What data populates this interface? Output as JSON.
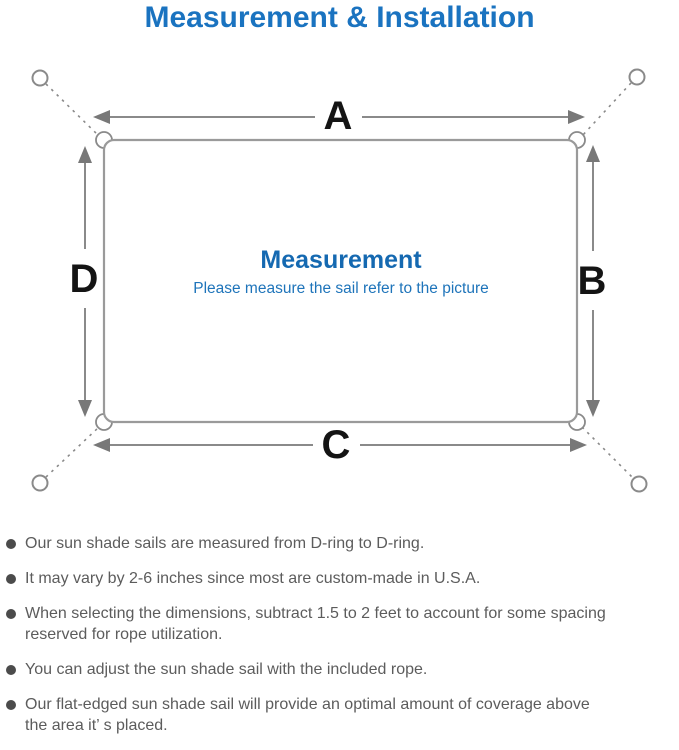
{
  "header": {
    "title": "Measurement & Installation",
    "color": "#1a73c0"
  },
  "diagram": {
    "line_color": "#8a8a8a",
    "label_color": "#141414",
    "labels": {
      "top": "A",
      "right": "B",
      "bottom": "C",
      "left": "D"
    },
    "center": {
      "heading": "Measurement",
      "heading_color": "#1569b1",
      "subheading": "Please measure the sail refer to the picture",
      "subheading_color": "#1e74ba"
    }
  },
  "notes": {
    "bullet_color": "#4b4b4b",
    "text_color": "#5c5c5c",
    "items": [
      {
        "text": "Our sun shade sails are measured from D-ring to D-ring."
      },
      {
        "text": "It may vary by 2-6 inches since most are custom-made in U.S.A."
      },
      {
        "text": "When selecting the dimensions, subtract 1.5 to 2 feet to account for some spacing\nreserved for rope utilization."
      },
      {
        "text": "You can adjust the sun shade sail with the included rope."
      },
      {
        "text": "Our flat-edged sun shade sail will provide an optimal amount of coverage above\nthe area it’ s placed."
      }
    ]
  }
}
